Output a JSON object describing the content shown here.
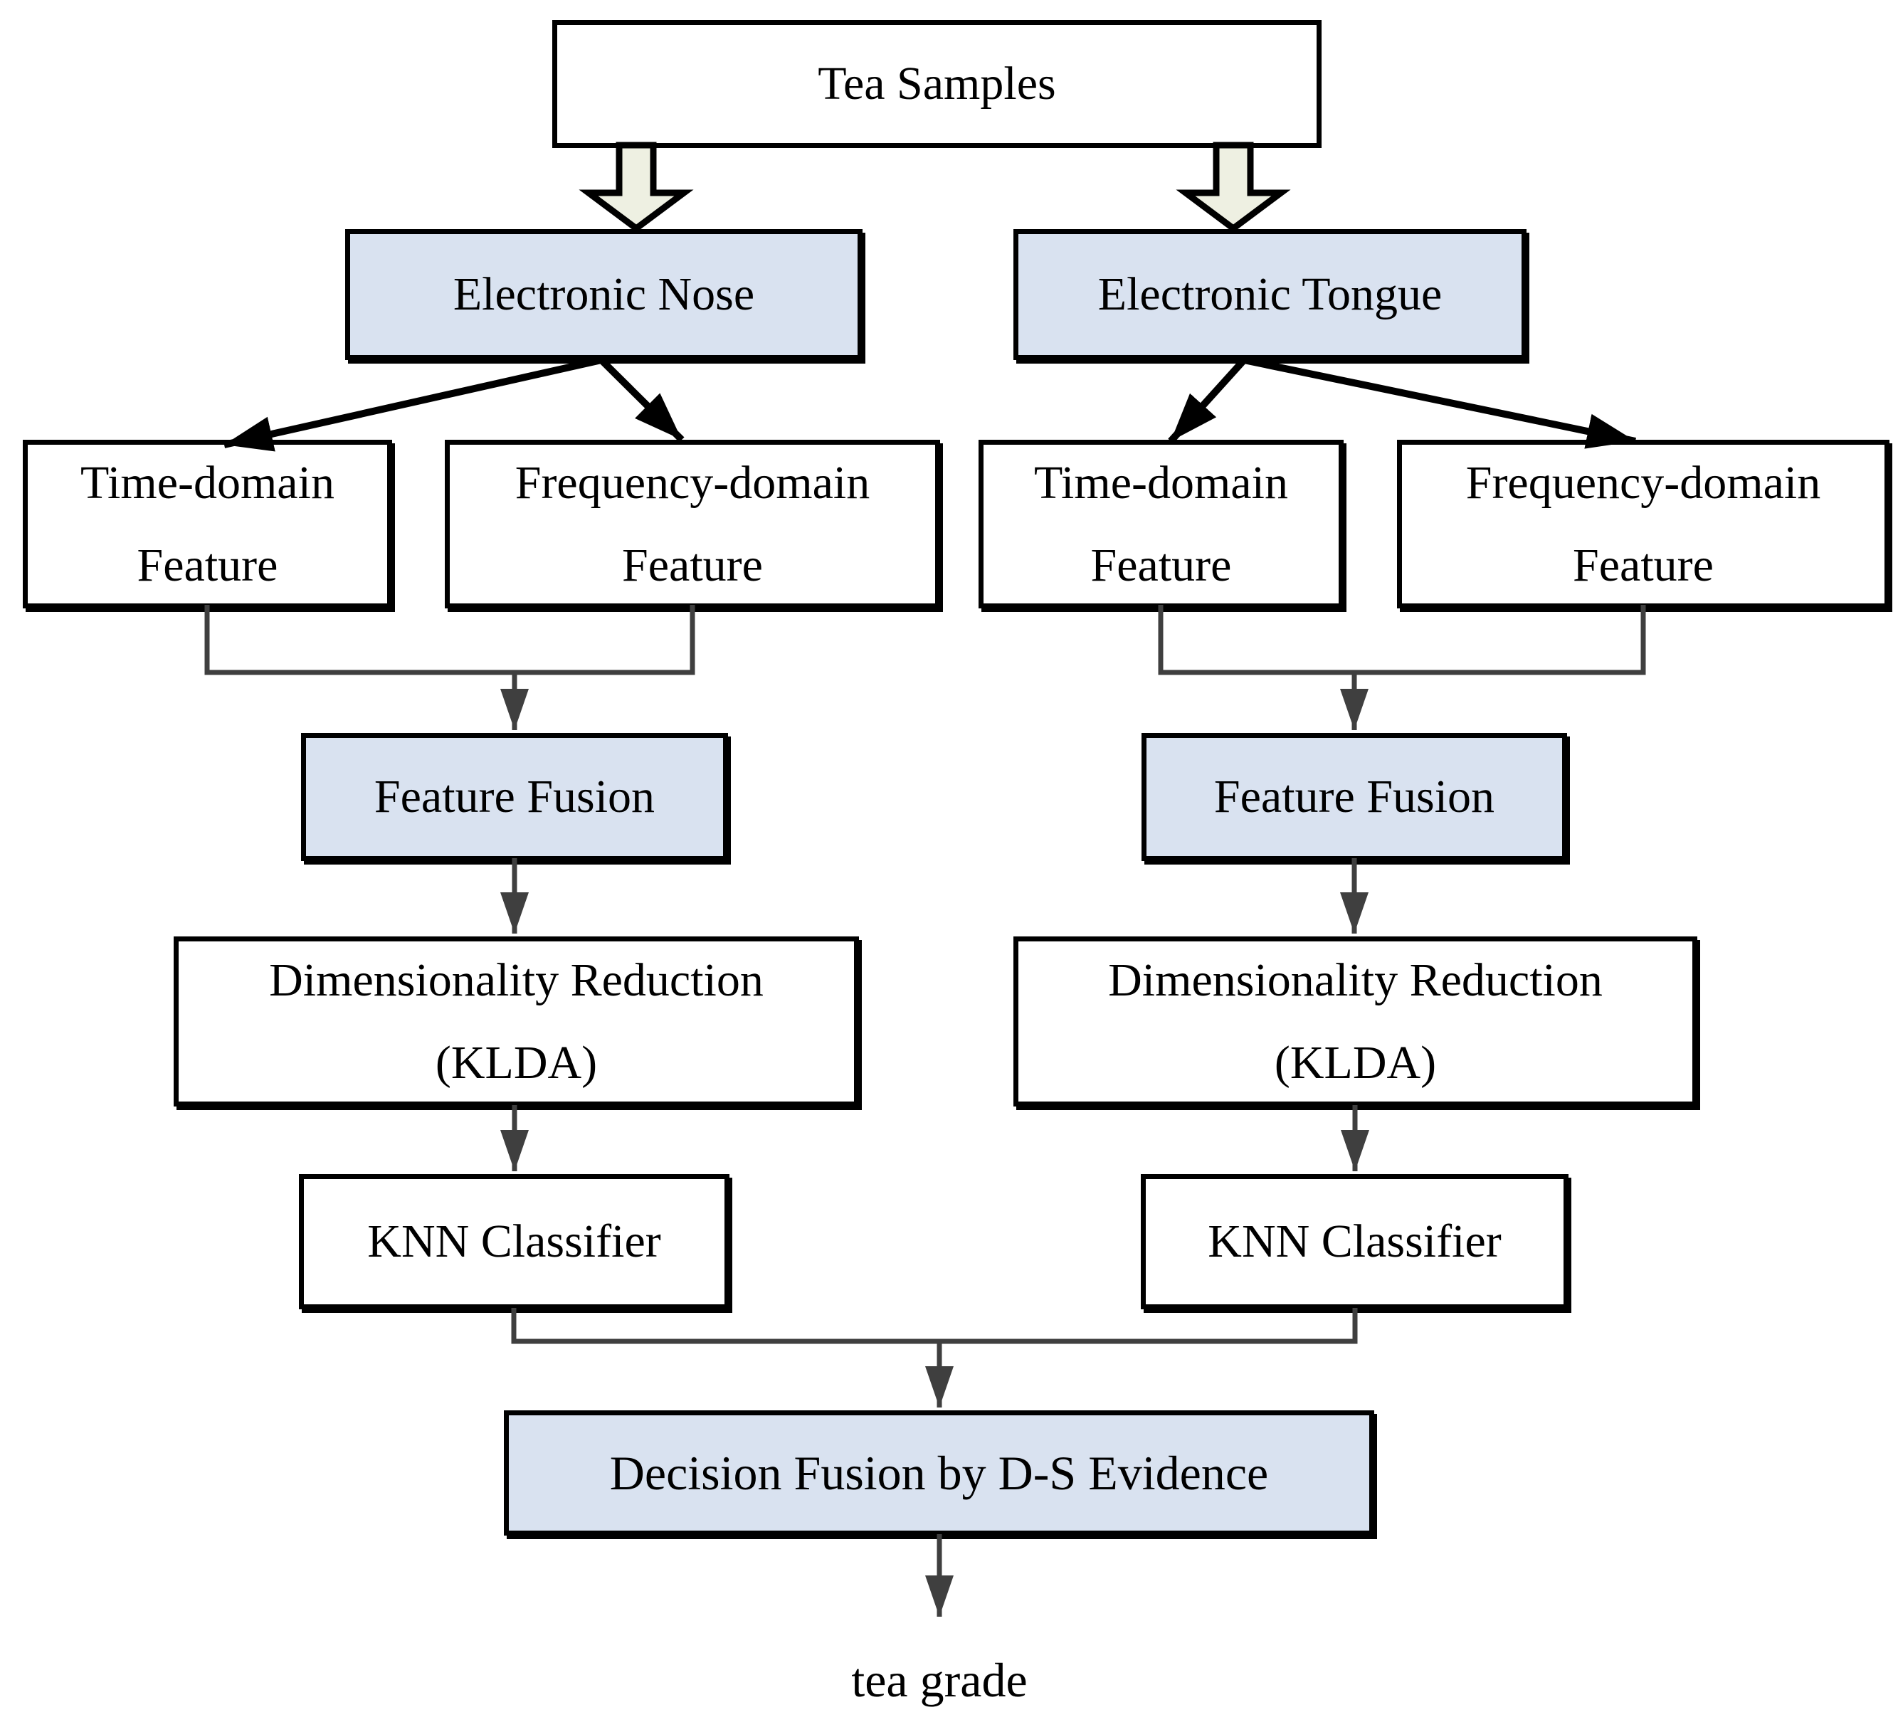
{
  "colors": {
    "highlight_fill": "#d9e2f0",
    "box_fill": "#ffffff",
    "border": "#000000",
    "connector": "#3f3f3f",
    "block_arrow_fill": "#eef0e2",
    "text": "#000000"
  },
  "nodes": {
    "tea_samples": {
      "label": "Tea Samples"
    },
    "electronic_nose": {
      "label": "Electronic Nose"
    },
    "electronic_tongue": {
      "label": "Electronic Tongue"
    },
    "nose_time_domain": {
      "line1": "Time-domain",
      "line2": "Feature"
    },
    "nose_freq_domain": {
      "line1": "Frequency-domain",
      "line2": "Feature"
    },
    "tongue_time_domain": {
      "line1": "Time-domain",
      "line2": "Feature"
    },
    "tongue_freq_domain": {
      "line1": "Frequency-domain",
      "line2": "Feature"
    },
    "nose_feature_fusion": {
      "label": "Feature Fusion"
    },
    "tongue_feature_fusion": {
      "label": "Feature Fusion"
    },
    "nose_dim_reduction": {
      "line1": "Dimensionality Reduction",
      "line2": "(KLDA)"
    },
    "tongue_dim_reduction": {
      "line1": "Dimensionality Reduction",
      "line2": "(KLDA)"
    },
    "nose_knn": {
      "label": "KNN Classifier"
    },
    "tongue_knn": {
      "label": "KNN Classifier"
    },
    "decision_fusion": {
      "label": "Decision Fusion by D-S Evidence"
    }
  },
  "output": {
    "label": "tea grade"
  }
}
